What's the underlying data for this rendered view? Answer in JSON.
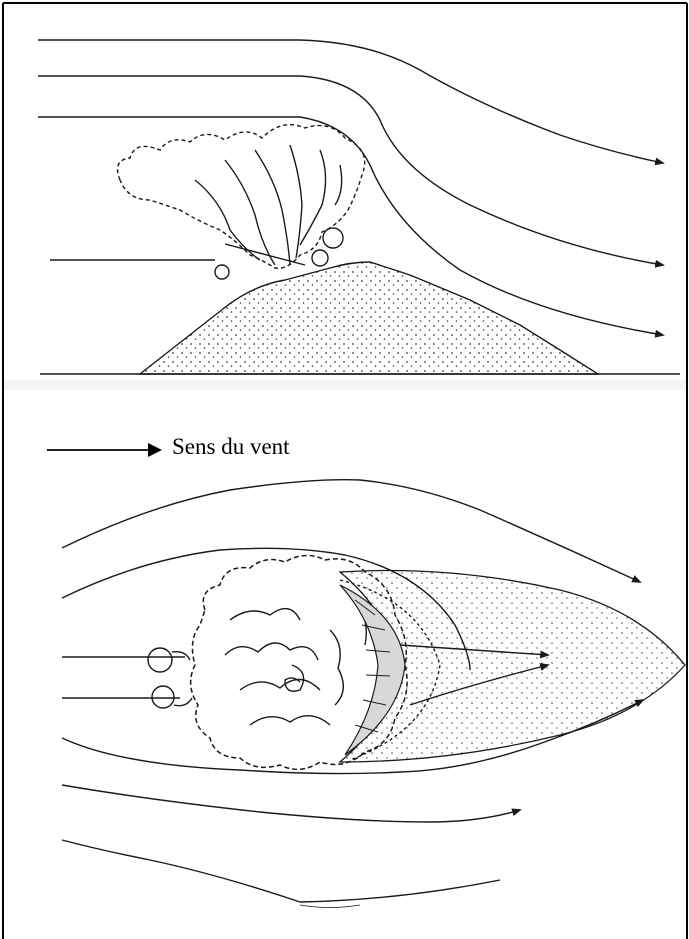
{
  "legend": {
    "label": "Sens du vent",
    "arrow_icon": "right-arrow-icon"
  },
  "colors": {
    "stroke": "#1a1a1a",
    "frame": "#000000",
    "stipple": "#3a3a3a",
    "background": "#ffffff"
  },
  "panels": [
    {
      "view": "side",
      "icon": "volcano-plume-side-view"
    },
    {
      "view": "top",
      "icon": "plume-top-view"
    }
  ]
}
